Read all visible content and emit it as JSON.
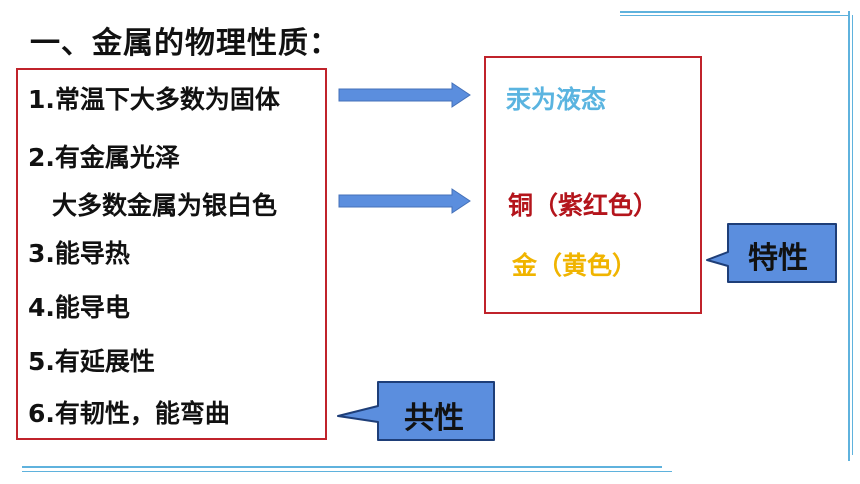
{
  "title": "一、金属的物理性质：",
  "properties": [
    "1.常温下大多数为固体",
    "2.有金属光泽",
    "大多数金属为银白色",
    "3.能导热",
    "4.能导电",
    "5.有延展性",
    "6.有韧性，能弯曲"
  ],
  "exceptions": [
    {
      "text": "汞为液态",
      "color": "#5ab4e0"
    },
    {
      "text": "铜（紫红色）",
      "color": "#b4151c"
    },
    {
      "text": "金（黄色）",
      "color": "#f0b400"
    }
  ],
  "callouts": {
    "common": "共性",
    "special": "特性"
  },
  "colors": {
    "box_border": "#c0232b",
    "arrow": "#5b8ede",
    "callout_fill": "#5b8ede",
    "deco_line": "#5fb2dd"
  }
}
